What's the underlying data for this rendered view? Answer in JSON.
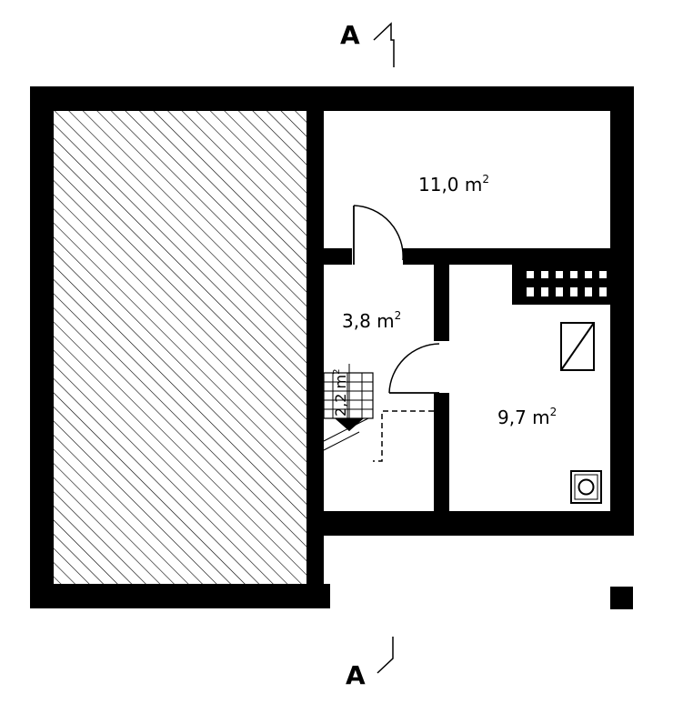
{
  "colors": {
    "wall": "#000000",
    "background": "#ffffff",
    "hatch": "#000000"
  },
  "section_marks": {
    "top": "A",
    "bottom": "A"
  },
  "rooms": [
    {
      "id": "top-right",
      "area": "11,0",
      "unit": "m",
      "exp": "2"
    },
    {
      "id": "hall",
      "area": "3,8",
      "unit": "m",
      "exp": "2"
    },
    {
      "id": "right",
      "area": "9,7",
      "unit": "m",
      "exp": "2"
    }
  ],
  "stair": {
    "area": "2,2",
    "unit": "m",
    "exp": "2"
  },
  "icons": {
    "boiler": "rectangle-diagonal-icon",
    "drain": "circle-in-square-icon",
    "vent": "grid-vent-icon",
    "column": "square-column-icon"
  }
}
